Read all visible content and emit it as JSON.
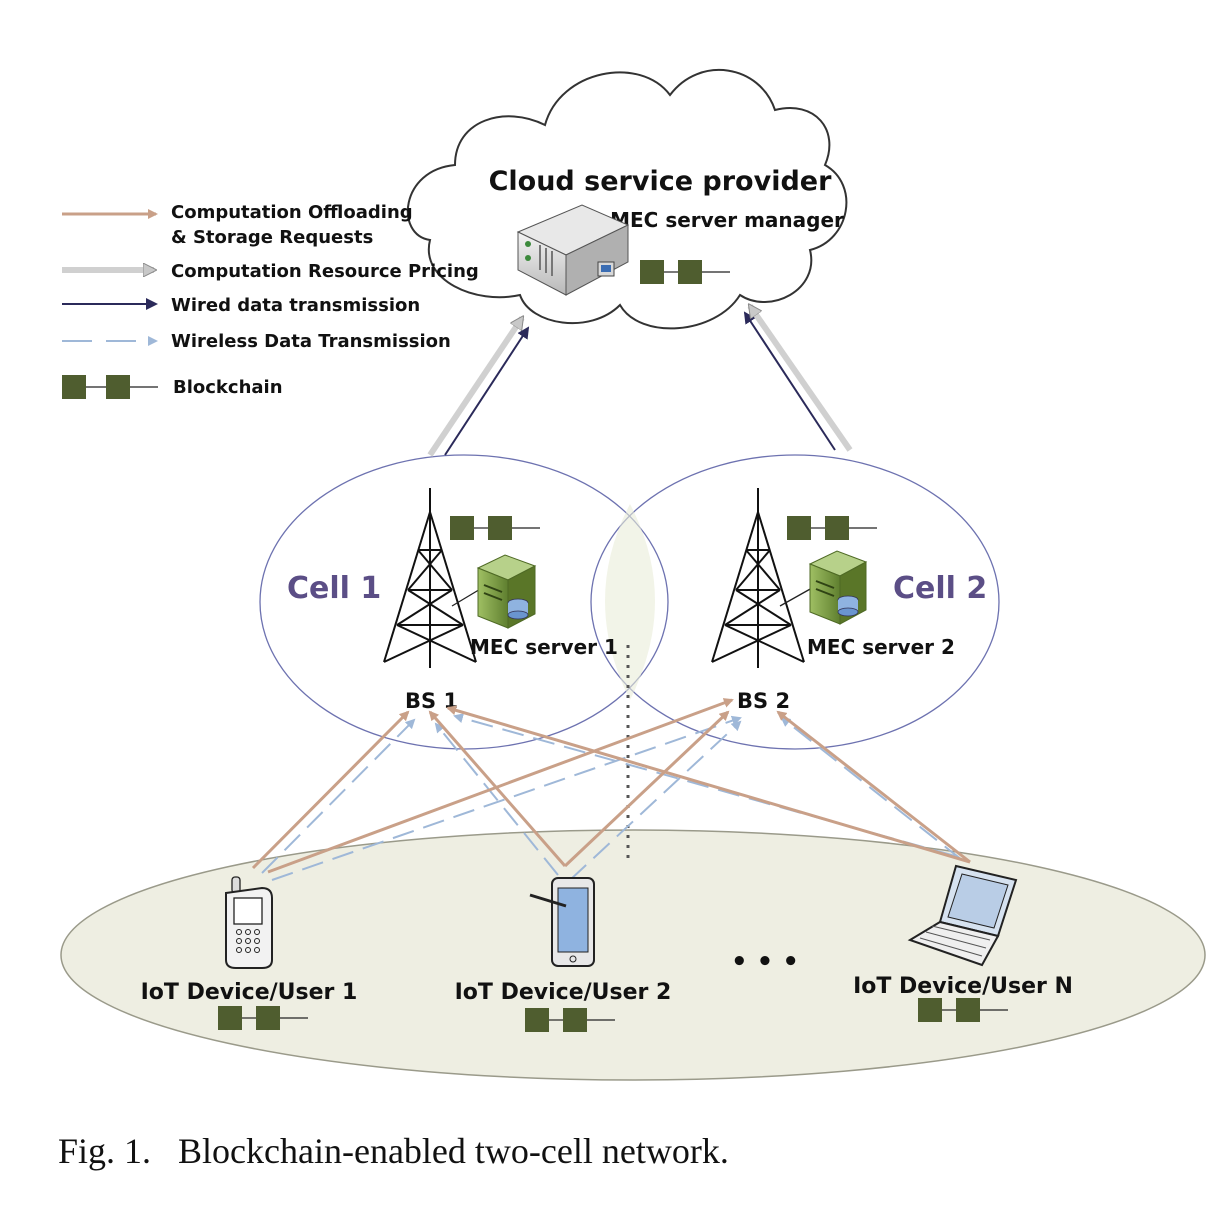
{
  "colors": {
    "offload": "#c9a088",
    "pricing": "#c8c8c8",
    "wired": "#2b2a5a",
    "wireless": "#9fb8d8",
    "block": "#4f5d2f",
    "cell_ring": "#8a90c0",
    "cell_label": "#5b4e86",
    "device_area": "#eeeee2"
  },
  "legend": {
    "offload_line1": "Computation Offloading",
    "offload_line2": "& Storage Requests",
    "pricing": "Computation Resource Pricing",
    "wired": "Wired data transmission",
    "wireless": "Wireless Data Transmission",
    "blockchain": "Blockchain"
  },
  "cloud": {
    "title": "Cloud service provider",
    "manager": "MEC server manager"
  },
  "cells": [
    {
      "name": "Cell 1",
      "bs": "BS 1",
      "server": "MEC server 1"
    },
    {
      "name": "Cell 2",
      "bs": "BS 2",
      "server": "MEC server 2"
    }
  ],
  "devices": [
    {
      "label": "IoT Device/User 1",
      "icon": "mobile-phone-icon"
    },
    {
      "label": "IoT Device/User 2",
      "icon": "tablet-icon"
    },
    {
      "label": "IoT Device/User N",
      "icon": "laptop-icon"
    }
  ],
  "ellipsis": "• • •",
  "caption": {
    "number": "Fig. 1.",
    "text": "Blockchain-enabled two-cell network."
  }
}
